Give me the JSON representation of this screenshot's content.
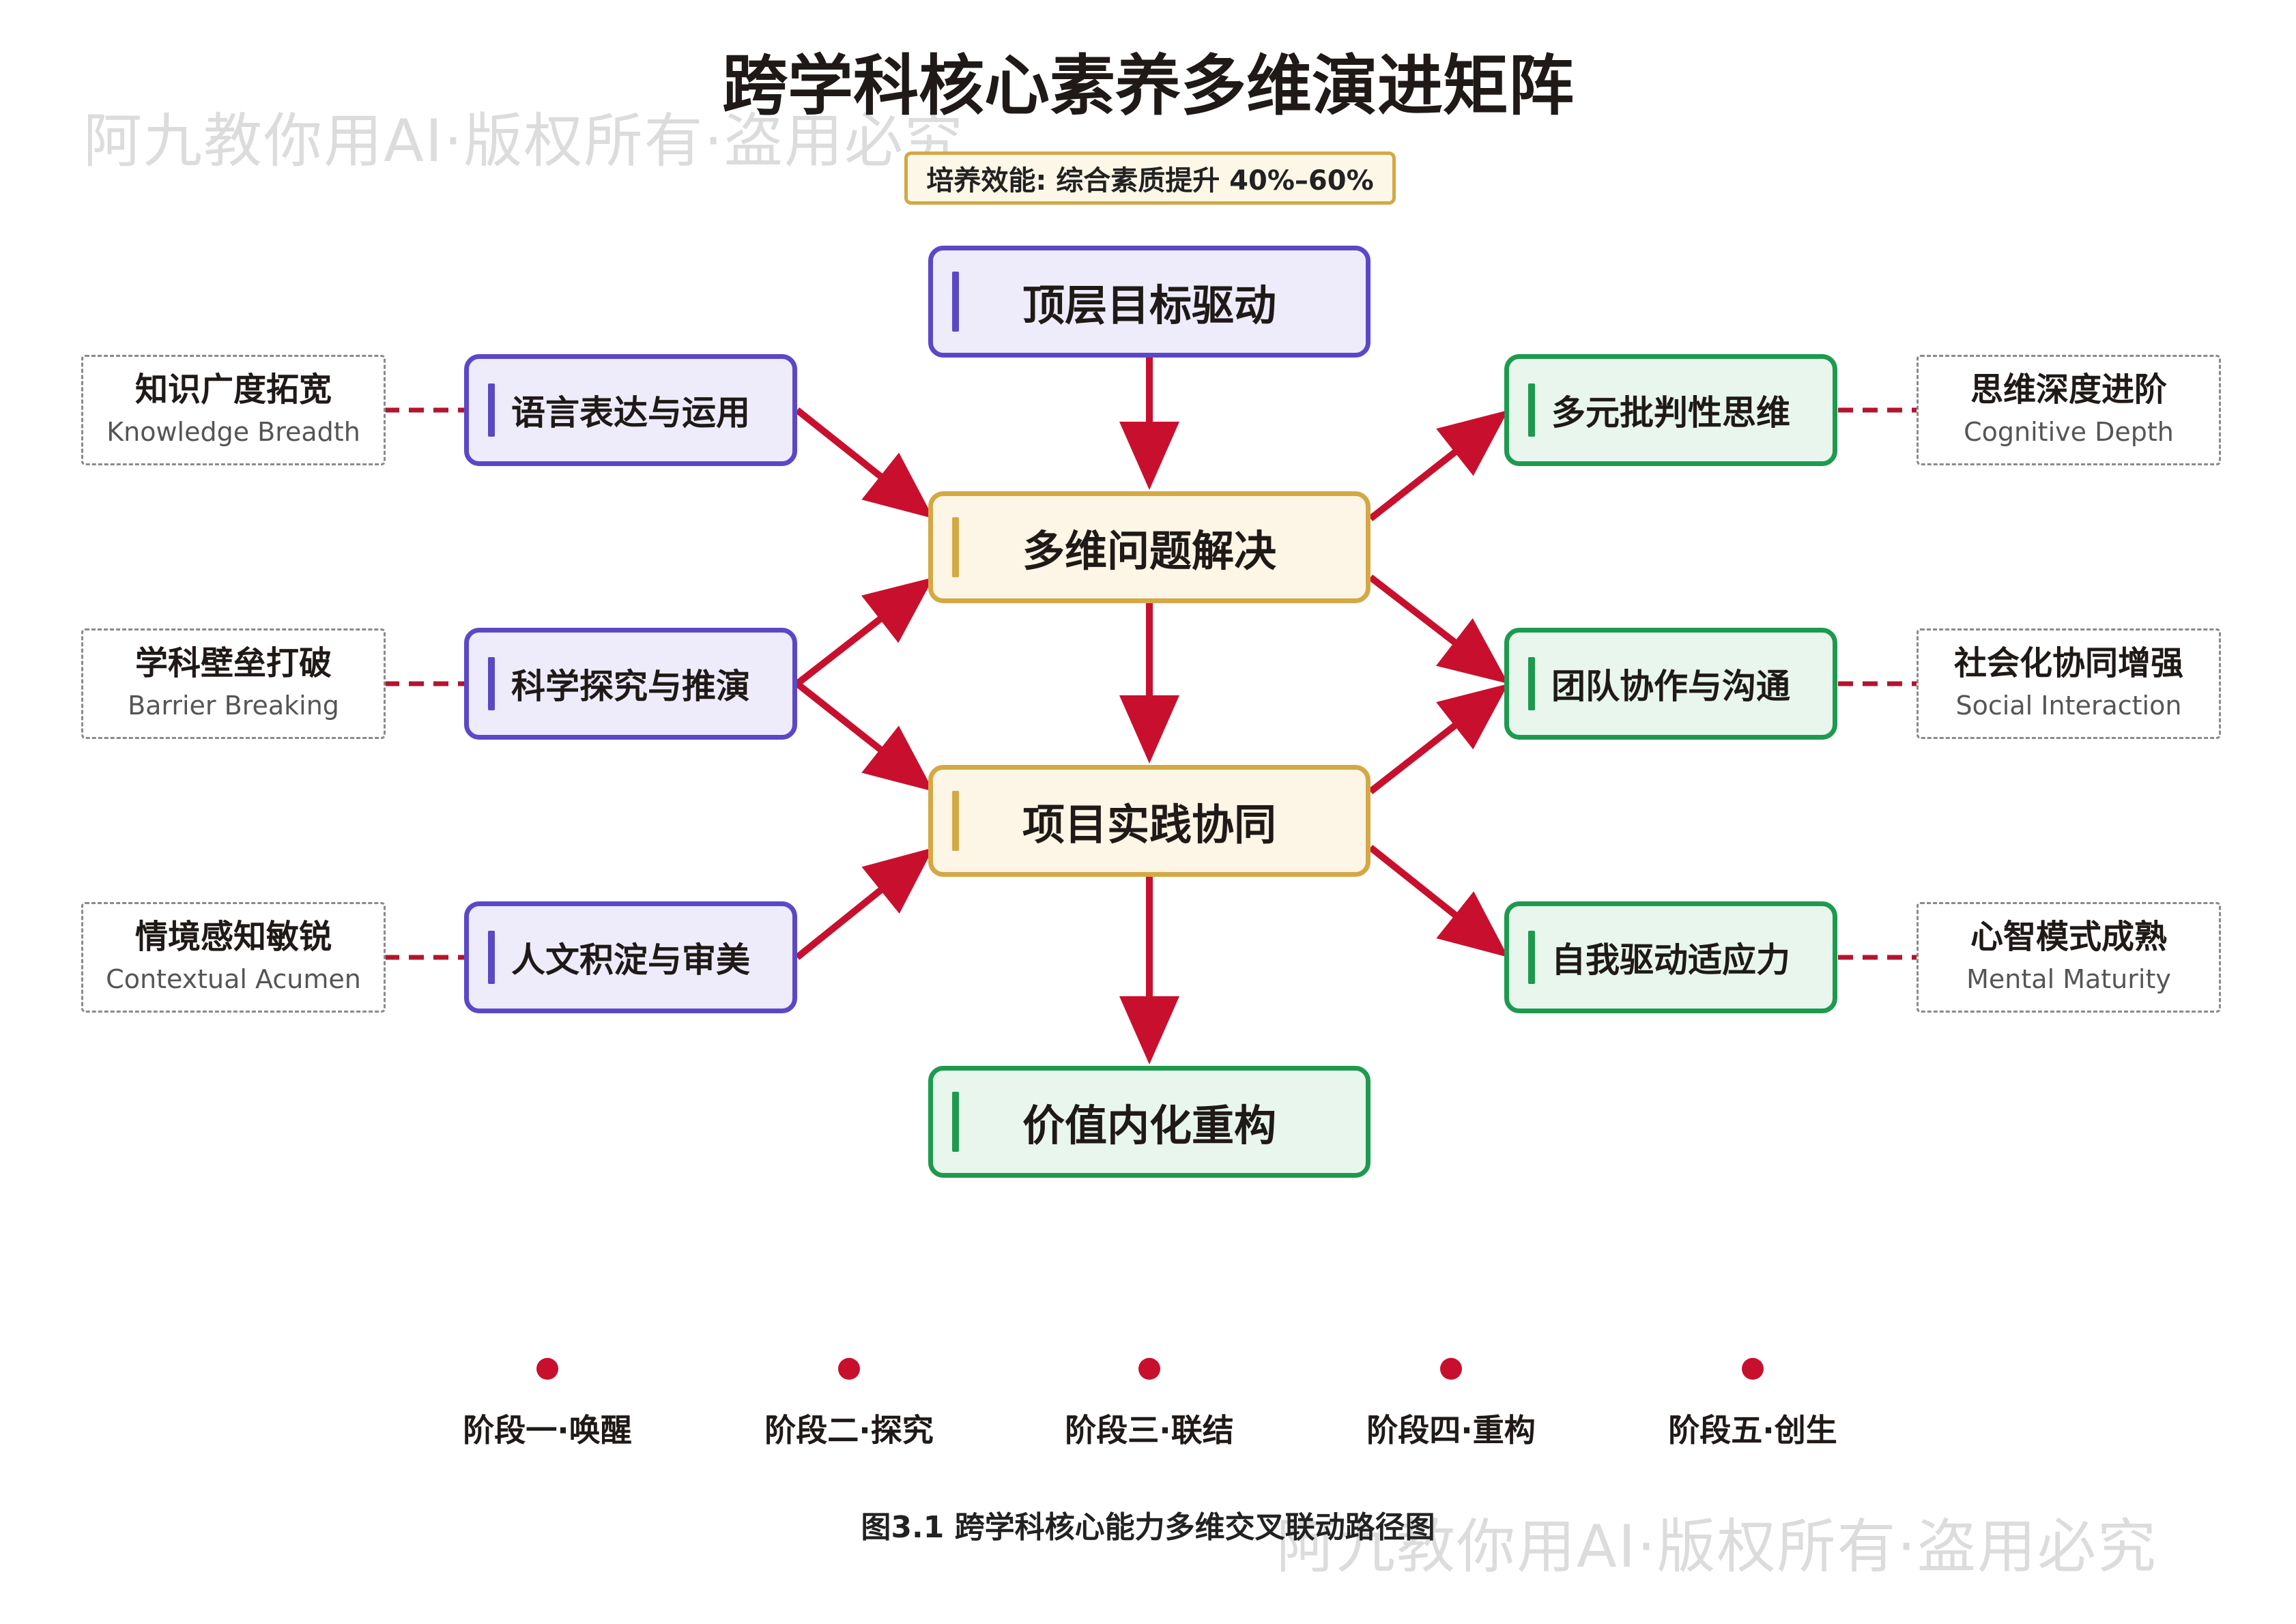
{
  "title": "跨学科核心素养多维演进矩阵",
  "badge": "培养效能: 综合素质提升 40%–60%",
  "watermark": "阿九教你用AI·版权所有·盗用必究",
  "core": {
    "top": "顶层目标驱动",
    "middle1": "多维问题解决",
    "middle2": "项目实践协同",
    "bottom": "价值内化重构"
  },
  "left_inputs": [
    "语言表达与运用",
    "科学探究与推演",
    "人文积淀与审美"
  ],
  "right_outputs": [
    "多元批判性思维",
    "团队协作与沟通",
    "自我驱动适应力"
  ],
  "left_notes": [
    {
      "zh": "知识广度拓宽",
      "en": "Knowledge Breadth"
    },
    {
      "zh": "学科壁垒打破",
      "en": "Barrier Breaking"
    },
    {
      "zh": "情境感知敏锐",
      "en": "Contextual Acumen"
    }
  ],
  "right_notes": [
    {
      "zh": "思维深度进阶",
      "en": "Cognitive Depth"
    },
    {
      "zh": "社会化协同增强",
      "en": "Social Interaction"
    },
    {
      "zh": "心智模式成熟",
      "en": "Mental Maturity"
    }
  ],
  "stages": [
    "阶段一·唤醒",
    "阶段二·探究",
    "阶段三·联结",
    "阶段四·重构",
    "阶段五·创生"
  ],
  "caption": "图3.1 跨学科核心能力多维交叉联动路径图",
  "colors": {
    "purple": "#5a48c7",
    "gold": "#d4a845",
    "green": "#1e9a4f",
    "arrow": "#c8102e"
  }
}
